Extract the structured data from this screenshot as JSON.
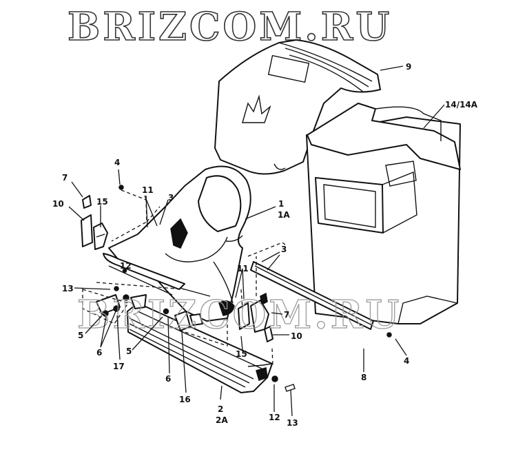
{
  "watermark": {
    "text": "BRIZCOM.RU"
  },
  "callouts": {
    "c9": "9",
    "c14": "14/14A",
    "c4a": "4",
    "c7a": "7",
    "c10a": "10",
    "c11a": "11",
    "c15a": "15",
    "c3a": "3",
    "c1": "1",
    "c1A": "1A",
    "c12a": "12",
    "c3b": "3",
    "c11b": "11",
    "c13a": "13",
    "c7b": "7",
    "c10b": "10",
    "c4b": "4",
    "c15b": "15",
    "c5a": "5",
    "c6a": "6",
    "c17": "17",
    "c5b": "5",
    "c6b": "6",
    "c16": "16",
    "c2": "2",
    "c2A": "2A",
    "c8": "8",
    "c12b": "12",
    "c13b": "13"
  },
  "colors": {
    "line": "#111111",
    "background": "#ffffff",
    "watermark": "#9a9a9a"
  }
}
